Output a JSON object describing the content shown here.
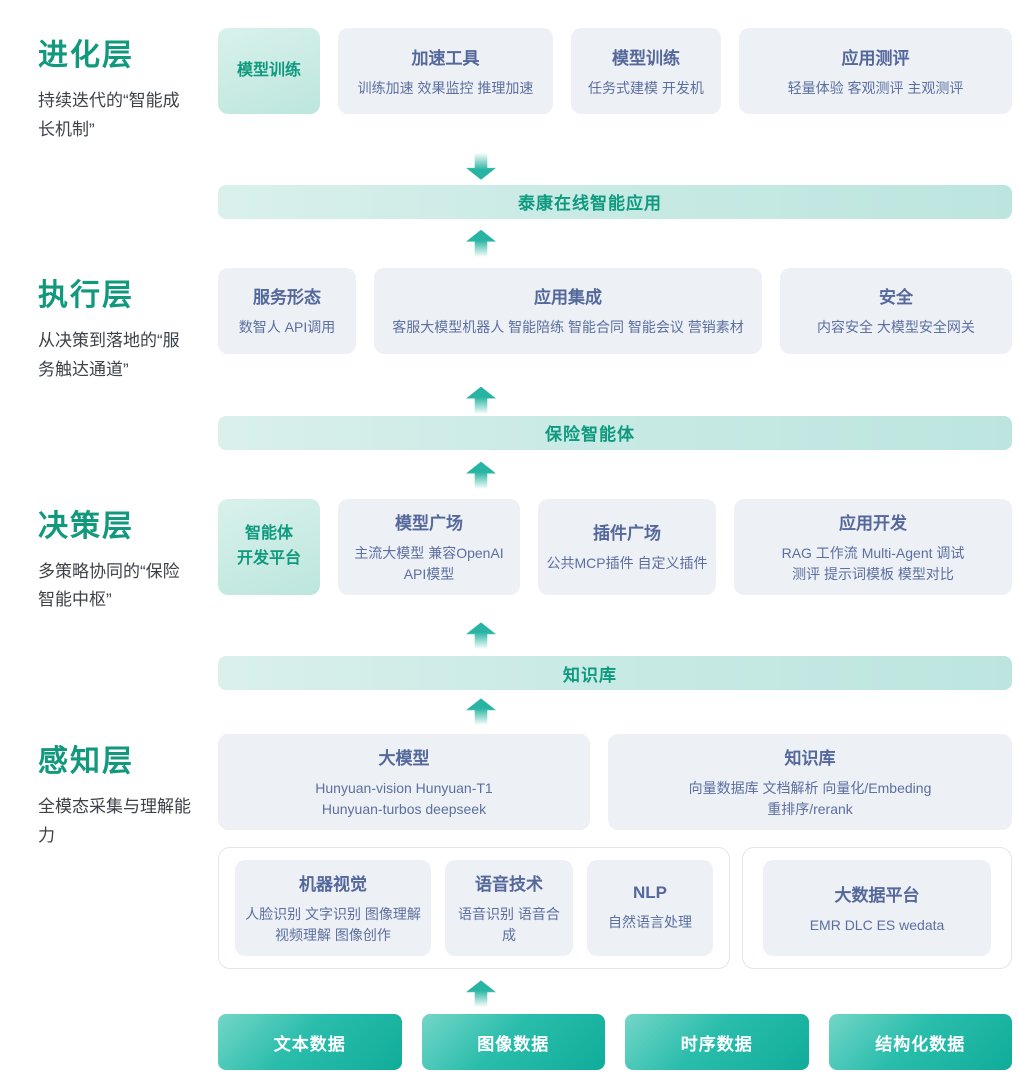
{
  "layers": {
    "evolution": {
      "title": "进化层",
      "subtitle": "持续迭代的“智能成长机制”",
      "highlight": {
        "lines": [
          "模型训练"
        ]
      },
      "boxes": [
        {
          "title": "加速工具",
          "lines": [
            "训练加速 效果监控 推理加速"
          ]
        },
        {
          "title": "模型训练",
          "lines": [
            "任务式建模 开发机"
          ]
        },
        {
          "title": "应用测评",
          "lines": [
            "轻量体验 客观测评 主观测评"
          ]
        }
      ]
    },
    "execution": {
      "title": "执行层",
      "subtitle": "从决策到落地的“服务触达通道”",
      "boxes": [
        {
          "title": "服务形态",
          "lines": [
            "数智人  API调用"
          ]
        },
        {
          "title": "应用集成",
          "lines": [
            "客服大模型机器人  智能陪练 智能合同 智能会议 营销素材"
          ]
        },
        {
          "title": "安全",
          "lines": [
            "内容安全 大模型安全网关"
          ]
        }
      ]
    },
    "decision": {
      "title": "决策层",
      "subtitle": "多策略协同的“保险智能中枢”",
      "highlight": {
        "lines": [
          "智能体",
          "开发平台"
        ]
      },
      "boxes": [
        {
          "title": "模型广场",
          "lines": [
            "主流大模型  兼容OpenAI",
            "API模型"
          ]
        },
        {
          "title": "插件广场",
          "lines": [
            "公共MCP插件 自定义插件"
          ]
        },
        {
          "title": "应用开发",
          "lines": [
            "RAG 工作流 Multi-Agent 调试",
            "测评 提示词模板 模型对比"
          ]
        }
      ]
    },
    "perception": {
      "title": "感知层",
      "subtitle": "全模态采集与理解能力",
      "row1": [
        {
          "title": "大模型",
          "lines": [
            "Hunyuan-vision Hunyuan-T1",
            "Hunyuan-turbos deepseek"
          ]
        },
        {
          "title": "知识库",
          "lines": [
            "向量数据库  文档解析 向量化/Embeding",
            "重排序/rerank"
          ]
        }
      ],
      "ai_group": [
        {
          "title": "机器视觉",
          "lines": [
            "人脸识别 文字识别 图像理解",
            "视频理解 图像创作"
          ]
        },
        {
          "title": "语音技术",
          "lines": [
            "语音识别 语音合成"
          ]
        },
        {
          "title": "NLP",
          "lines": [
            "自然语言处理"
          ]
        }
      ],
      "bigdata_group": [
        {
          "title": "大数据平台",
          "lines": [
            "EMR DLC ES wedata"
          ]
        }
      ]
    }
  },
  "banners": {
    "app": "泰康在线智能应用",
    "agent": "保险智能体",
    "knowledge": "知识库"
  },
  "data_sources": [
    "文本数据",
    "图像数据",
    "时序数据",
    "结构化数据"
  ],
  "colors": {
    "accent_green": "#12997d",
    "slate_text": "#56699c",
    "card_bg": "#edf0f5",
    "banner_bg": "#c9eae5",
    "highlight_bg": "#c9ebe4",
    "button_teal": "#1cb4a2"
  }
}
